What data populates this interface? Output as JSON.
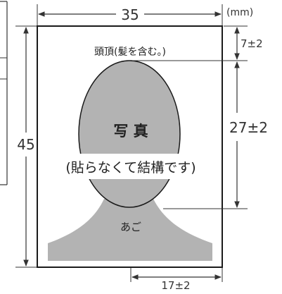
{
  "diagram": {
    "unit_label": "(mm)",
    "width_label": "35",
    "height_label": "45",
    "top_margin_label": "7±2",
    "face_height_label": "27±2",
    "bottom_width_label": "17±2",
    "crown_label": "頭頂(髪を含む。)",
    "photo_label": "写 真",
    "note_label": "(貼らなくて結構です)",
    "chin_label": "あご"
  },
  "colors": {
    "silhouette": "#b3b3b3",
    "frame": "#1a1a1a",
    "dimension": "#333333"
  }
}
